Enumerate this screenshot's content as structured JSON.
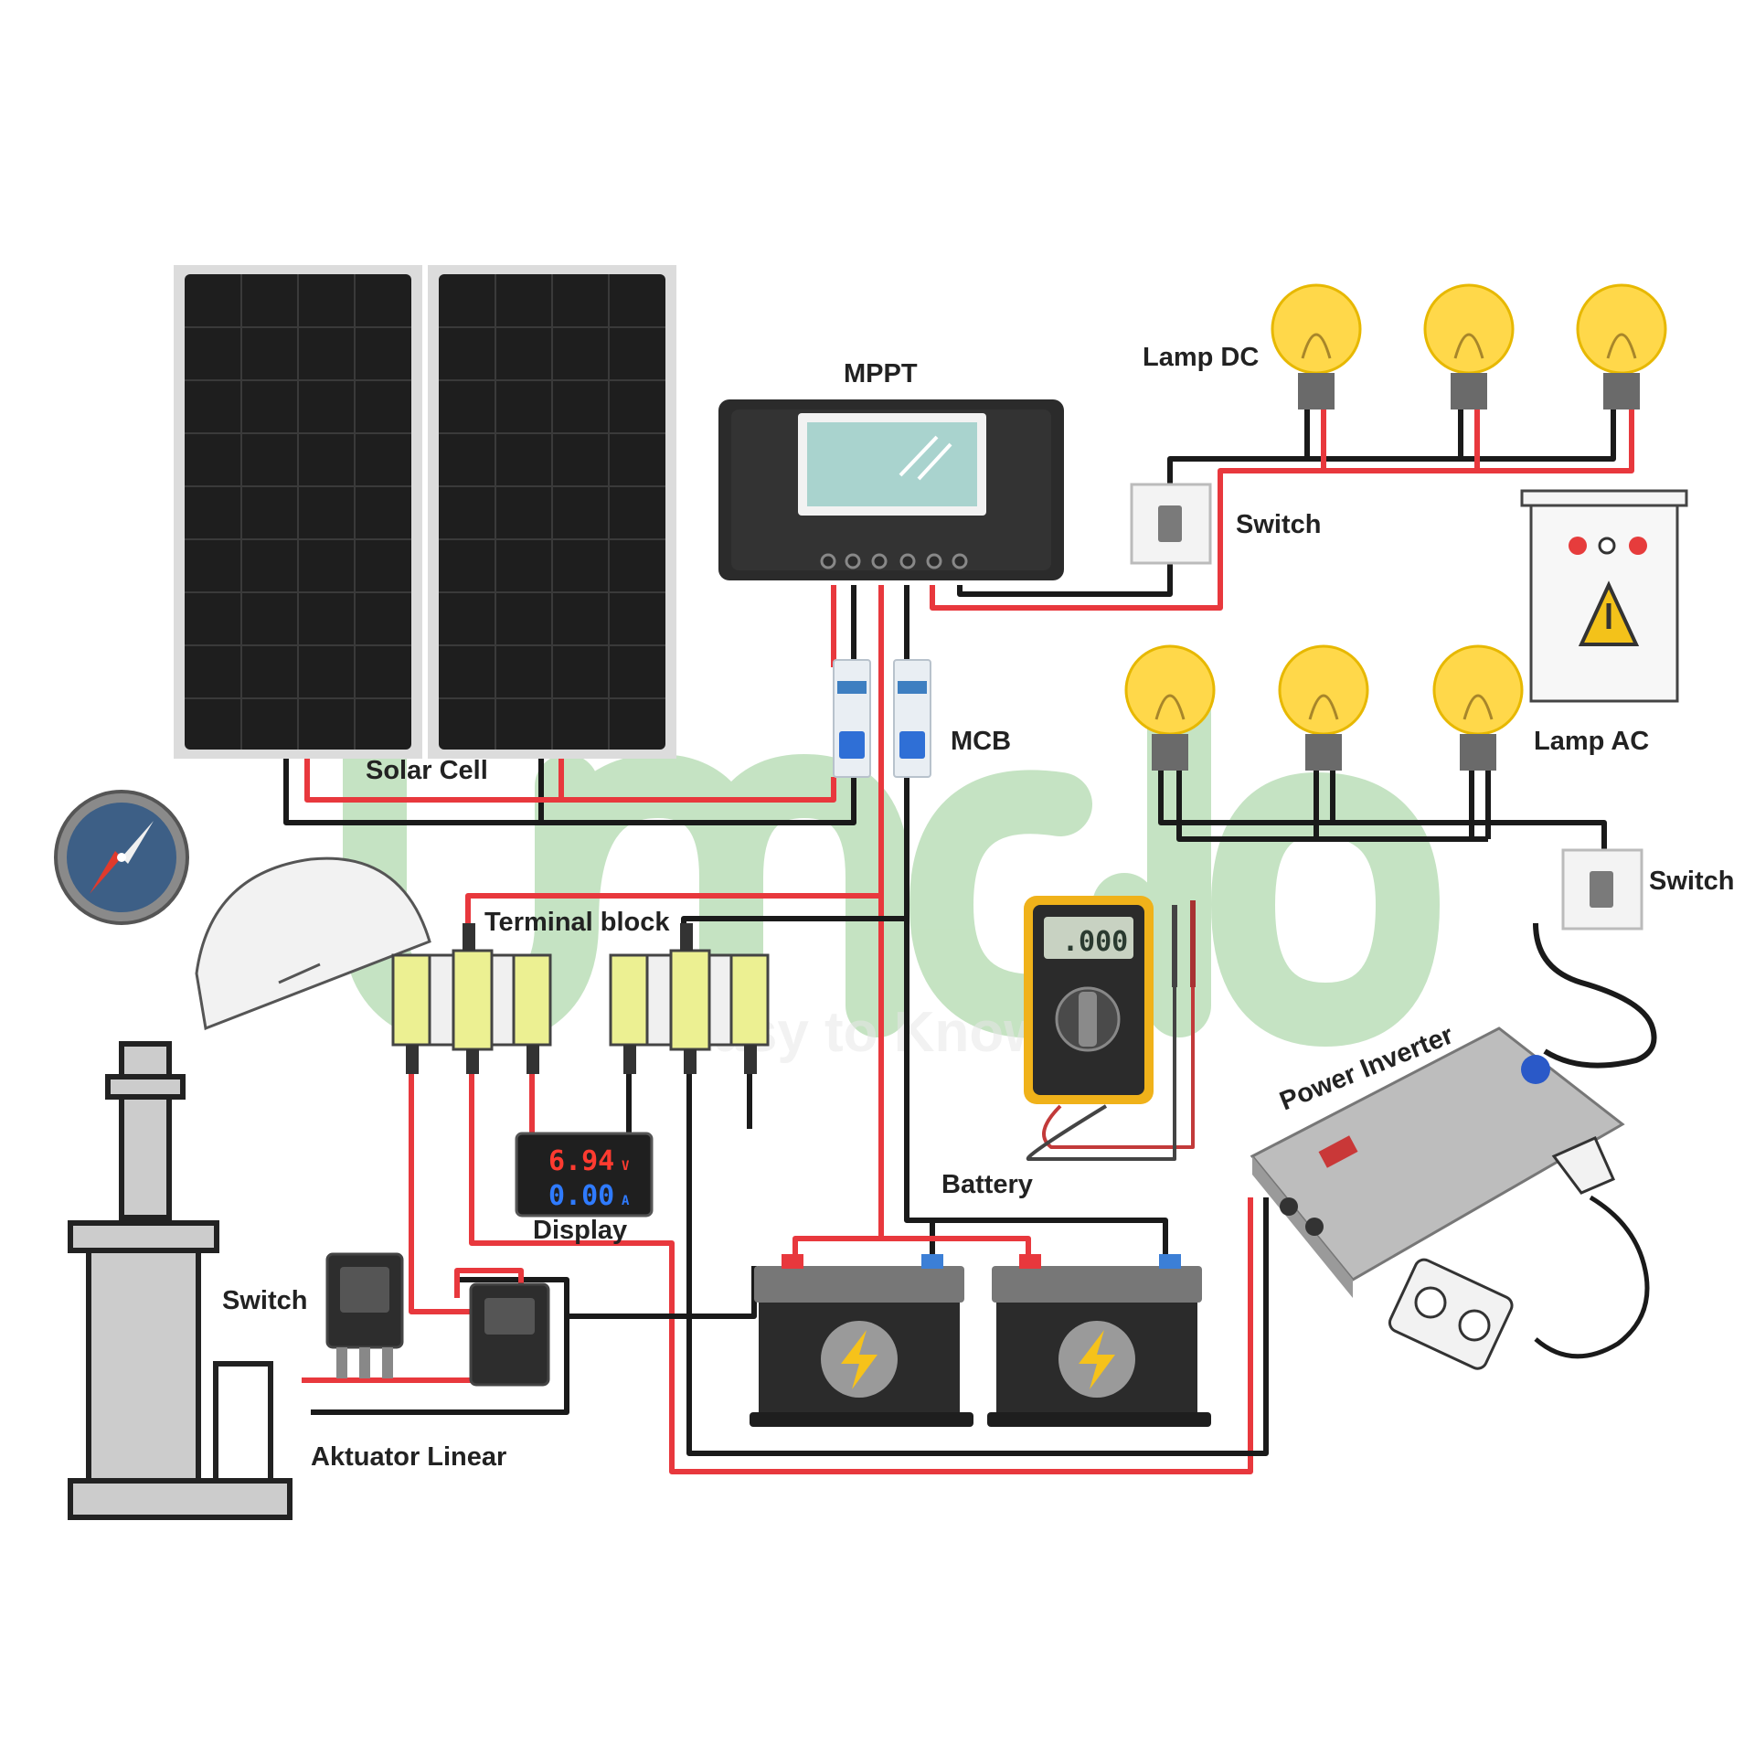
{
  "diagram": {
    "labels": {
      "solar_cell": "Solar Cell",
      "mppt": "MPPT",
      "mcb": "MCB",
      "lamp_dc": "Lamp DC",
      "switch_dc": "Switch",
      "lamp_ac": "Lamp AC",
      "switch_ac": "Switch",
      "terminal_block": "Terminal block",
      "display": "Display",
      "battery": "Battery",
      "switch_actuator": "Switch",
      "aktuator_linear": "Aktuator Linear",
      "power_inverter": "Power Inverter"
    },
    "display_readings": {
      "voltage": "6.94",
      "voltage_unit": "V",
      "current": "0.00",
      "current_unit": "A"
    },
    "multimeter_reading": ".000",
    "watermark": {
      "logo": "Umalo",
      "tagline": "Easy to Know"
    },
    "wire_colors": {
      "positive": "#e8383d",
      "negative": "#1a1a1a"
    }
  }
}
